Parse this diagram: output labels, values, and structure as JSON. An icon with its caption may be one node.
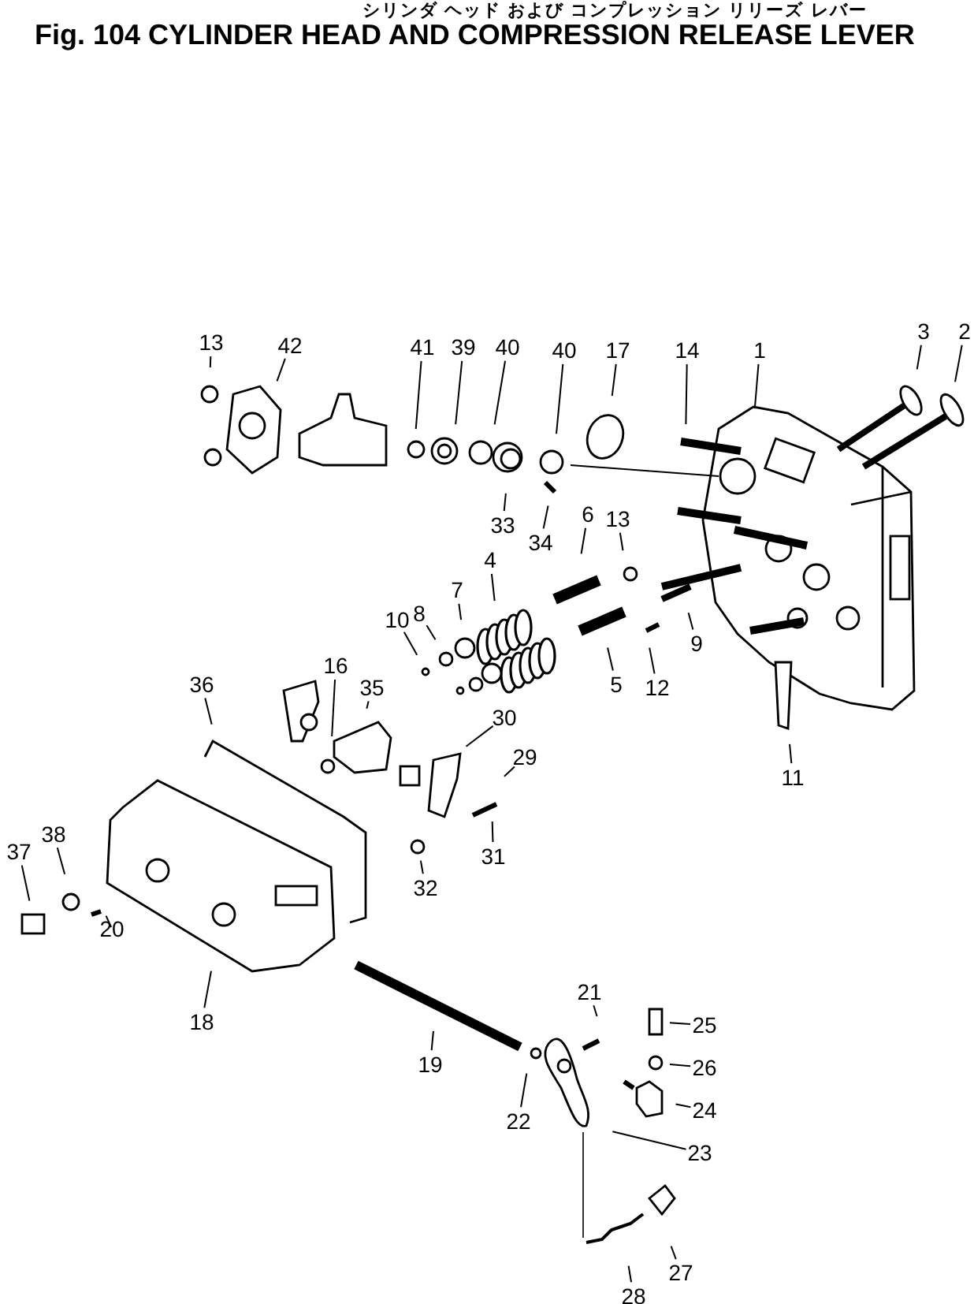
{
  "diagram": {
    "title": "Fig. 104 CYLINDER HEAD AND COMPRESSION RELEASE LEVER",
    "nodes": [
      {
        "text": [
          "13"
        ]
      },
      {
        "text": [
          "42"
        ]
      },
      {
        "text": [
          "41"
        ]
      },
      {
        "text": [
          "39"
        ]
      },
      {
        "text": [
          "40"
        ]
      },
      {
        "text": [
          "40"
        ]
      },
      {
        "text": [
          "17"
        ]
      },
      {
        "text": [
          "14"
        ]
      },
      {
        "text": [
          "1"
        ]
      },
      {
        "text": [
          "3"
        ]
      },
      {
        "text": [
          "2"
        ]
      },
      {
        "text": [
          "33"
        ]
      },
      {
        "text": [
          "34"
        ]
      },
      {
        "text": [
          "6"
        ]
      },
      {
        "text": [
          "13"
        ]
      },
      {
        "text": [
          "4"
        ]
      },
      {
        "text": [
          "7"
        ]
      },
      {
        "text": [
          "8"
        ]
      },
      {
        "text": [
          "10"
        ]
      },
      {
        "text": [
          "9"
        ]
      },
      {
        "text": [
          "12"
        ]
      },
      {
        "text": [
          "5"
        ]
      },
      {
        "text": [
          "36"
        ]
      },
      {
        "text": [
          "16"
        ]
      },
      {
        "text": [
          "35"
        ]
      },
      {
        "text": [
          "30"
        ]
      },
      {
        "text": [
          "29"
        ]
      },
      {
        "text": [
          "11"
        ]
      },
      {
        "text": [
          "38"
        ]
      },
      {
        "text": [
          "37"
        ]
      },
      {
        "text": [
          "31"
        ]
      },
      {
        "text": [
          "32"
        ]
      },
      {
        "text": [
          "20"
        ]
      },
      {
        "text": [
          "18"
        ]
      },
      {
        "text": [
          "19"
        ]
      },
      {
        "text": [
          "21"
        ]
      },
      {
        "text": [
          "25"
        ]
      },
      {
        "text": [
          "26"
        ]
      },
      {
        "text": [
          "24"
        ]
      },
      {
        "text": [
          "22"
        ]
      },
      {
        "text": [
          "23"
        ]
      },
      {
        "text": [
          "27"
        ]
      },
      {
        "text": [
          "28"
        ]
      }
    ],
    "edges": [
      {
        "from": 0,
        "to": null,
        "arrow": "none"
      },
      {
        "from": 1,
        "to": null,
        "arrow": "none"
      },
      {
        "from": 2,
        "to": null,
        "arrow": "none"
      },
      {
        "from": 3,
        "to": null,
        "arrow": "none"
      },
      {
        "from": 4,
        "to": null,
        "arrow": "none"
      },
      {
        "from": 5,
        "to": null,
        "arrow": "none"
      },
      {
        "from": 6,
        "to": null,
        "arrow": "none"
      },
      {
        "from": 7,
        "to": null,
        "arrow": "none"
      },
      {
        "from": 8,
        "to": null,
        "arrow": "none"
      },
      {
        "from": 9,
        "to": null,
        "arrow": "none"
      },
      {
        "from": 10,
        "to": null,
        "arrow": "none"
      },
      {
        "from": 11,
        "to": null,
        "arrow": "none"
      },
      {
        "from": 12,
        "to": null,
        "arrow": "none"
      },
      {
        "from": 13,
        "to": null,
        "arrow": "none"
      },
      {
        "from": 14,
        "to": null,
        "arrow": "none"
      },
      {
        "from": 15,
        "to": null,
        "arrow": "none"
      },
      {
        "from": 16,
        "to": null,
        "arrow": "none"
      },
      {
        "from": 17,
        "to": null,
        "arrow": "none"
      },
      {
        "from": 18,
        "to": null,
        "arrow": "none"
      },
      {
        "from": 19,
        "to": null,
        "arrow": "none"
      },
      {
        "from": 20,
        "to": null,
        "arrow": "none"
      },
      {
        "from": 21,
        "to": null,
        "arrow": "none"
      },
      {
        "from": 22,
        "to": null,
        "arrow": "none"
      },
      {
        "from": 23,
        "to": null,
        "arrow": "none"
      },
      {
        "from": 24,
        "to": null,
        "arrow": "none"
      },
      {
        "from": 25,
        "to": null,
        "arrow": "none"
      },
      {
        "from": 26,
        "to": null,
        "arrow": "none"
      },
      {
        "from": 27,
        "to": null,
        "arrow": "none"
      },
      {
        "from": 28,
        "to": null,
        "arrow": "none"
      },
      {
        "from": 29,
        "to": null,
        "arrow": "none"
      },
      {
        "from": 30,
        "to": null,
        "arrow": "none"
      },
      {
        "from": 31,
        "to": null,
        "arrow": "none"
      },
      {
        "from": 32,
        "to": null,
        "arrow": "none"
      },
      {
        "from": 33,
        "to": null,
        "arrow": "none"
      },
      {
        "from": 34,
        "to": null,
        "arrow": "none"
      },
      {
        "from": 35,
        "to": null,
        "arrow": "none"
      },
      {
        "from": 36,
        "to": null,
        "arrow": "none"
      },
      {
        "from": 37,
        "to": null,
        "arrow": "none"
      },
      {
        "from": 38,
        "to": null,
        "arrow": "none"
      },
      {
        "from": 39,
        "to": null,
        "arrow": "none"
      },
      {
        "from": 40,
        "to": null,
        "arrow": "none"
      },
      {
        "from": 41,
        "to": null,
        "arrow": "none"
      },
      {
        "from": 42,
        "to": null,
        "arrow": "none"
      }
    ],
    "labels": [
      "シリンダ ヘッド および コンプレッション リリーズ レバー"
    ]
  }
}
